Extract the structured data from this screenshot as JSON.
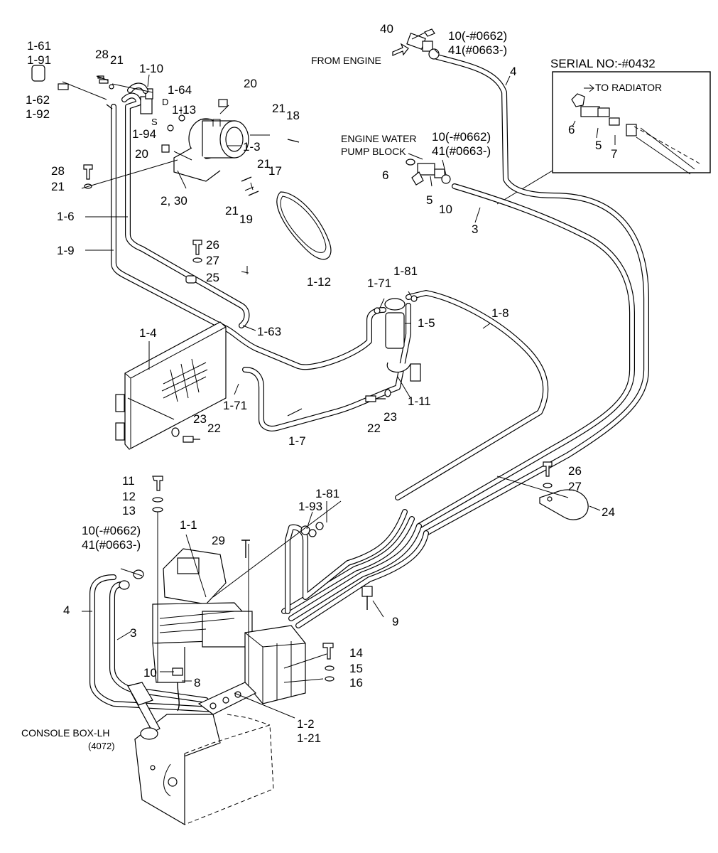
{
  "notes": {
    "serial_box_title": "SERIAL NO:-#0432",
    "to_radiator": "TO RADIATOR",
    "from_engine": "FROM ENGINE",
    "engine_water_pump_block_1": "ENGINE WATER",
    "engine_water_pump_block_2": "PUMP BLOCK",
    "console_box_1": "CONSOLE BOX-LH",
    "console_box_2": "(4072)",
    "compressor_d": "D",
    "compressor_s": "S"
  },
  "callouts": {
    "c40": "40",
    "c10_top": "10(-#0662)",
    "c41_top": "41(#0663-)",
    "c4_top": "4",
    "c6_box": "6",
    "c5_box": "5",
    "c7_box": "7",
    "c10_mid": "10(-#0662)",
    "c41_mid": "41(#0663-)",
    "c6_mid": "6",
    "c5_mid": "5",
    "c10_pump": "10",
    "c3_mid": "3",
    "c1_61": "1-61",
    "c1_91": "1-91",
    "c1_62": "1-62",
    "c1_92": "1-92",
    "c28_top": "28",
    "c21_top": "21",
    "c1_10": "1-10",
    "c1_64": "1-64",
    "c20_top": "20",
    "c1_13": "1-13",
    "c21_r": "21",
    "c18": "18",
    "c1_94": "1-94",
    "c1_3": "1-3",
    "c20_l": "20",
    "c21_m": "21",
    "c17": "17",
    "c28_l": "28",
    "c21_l": "21",
    "c2_30": "2, 30",
    "c21_b": "21",
    "c19": "19",
    "c1_6": "1-6",
    "c1_9": "1-9",
    "c26_top": "26",
    "c27_top": "27",
    "c25": "25",
    "c1_12": "1-12",
    "c1_71_top": "1-71",
    "c1_81_top": "1-81",
    "c1_8": "1-8",
    "c1_5": "1-5",
    "c1_63": "1-63",
    "c1_4": "1-4",
    "c1_71_l": "1-71",
    "c1_11": "1-11",
    "c23_r": "23",
    "c22_r": "22",
    "c1_7": "1-7",
    "c23_l": "23",
    "c22_l": "22",
    "c26_r": "26",
    "c27_r": "27",
    "c24": "24",
    "c11": "11",
    "c12": "12",
    "c13": "13",
    "c1_81_b": "1-81",
    "c1_93": "1-93",
    "c10_bot": "10(-#0662)",
    "c41_bot": "41(#0663-)",
    "c1_1": "1-1",
    "c29": "29",
    "c4_bot": "4",
    "c3_bot": "3",
    "c9": "9",
    "c14": "14",
    "c15": "15",
    "c16": "16",
    "c10_b": "10",
    "c8": "8",
    "c1_2": "1-2",
    "c1_21": "1-21"
  }
}
